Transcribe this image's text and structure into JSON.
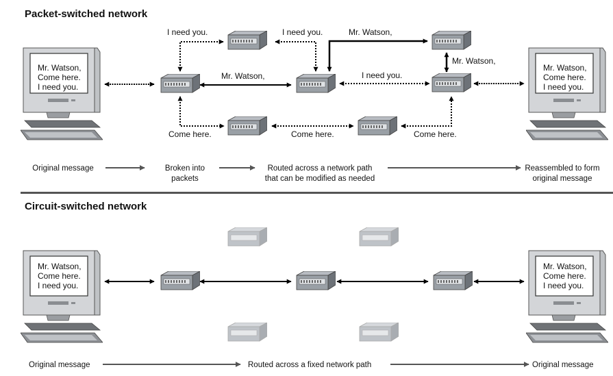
{
  "packet": {
    "title": "Packet-switched network",
    "monitor_left": [
      "Mr. Watson,",
      "Come here.",
      "I need you."
    ],
    "monitor_right": [
      "Mr. Watson,",
      "Come here.",
      "I need you."
    ],
    "labels": {
      "ineed_top_left": "I need you.",
      "ineed_top_mid": "I need you.",
      "watson_top": "Mr. Watson,",
      "watson_right": "Mr. Watson,",
      "watson_mid": "Mr. Watson,",
      "ineed_mid": "I need you.",
      "come_left": "Come here.",
      "come_mid": "Come here.",
      "come_right": "Come here."
    },
    "flow": [
      {
        "text": [
          "Original message"
        ]
      },
      {
        "text": [
          "Broken into",
          "packets"
        ]
      },
      {
        "text": [
          "Routed across a network path",
          "that can be modified as needed"
        ]
      },
      {
        "text": [
          "Reassembled to form",
          "original message"
        ]
      }
    ]
  },
  "circuit": {
    "title": "Circuit-switched network",
    "monitor_left": [
      "Mr. Watson,",
      "Come here.",
      "I need you."
    ],
    "monitor_right": [
      "Mr. Watson,",
      "Come here.",
      "I need you."
    ],
    "flow": [
      {
        "text": [
          "Original message"
        ]
      },
      {
        "text": [
          "Routed across a fixed network path"
        ]
      },
      {
        "text": [
          "Original message"
        ]
      }
    ]
  }
}
